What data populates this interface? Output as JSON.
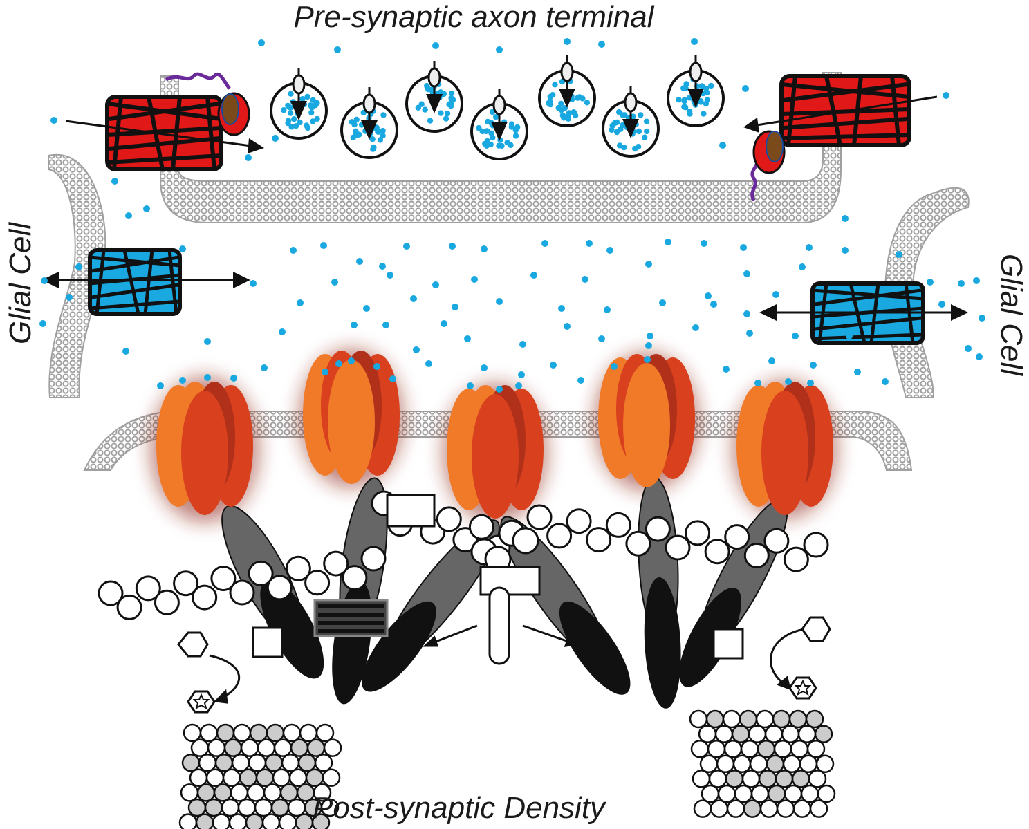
{
  "labels": {
    "top": "Pre-synaptic axon terminal",
    "bottom": "Post-synaptic Density",
    "glial_left": "Glial Cell",
    "glial_right": "Glial Cell"
  },
  "colors": {
    "membrane": "#a0a0a0",
    "neurotransmitter": "#1aa8e0",
    "vesicle_stroke": "#1a1a1a",
    "transporter_presynaptic": "#e01818",
    "transporter_glial": "#1aa8e0",
    "receptor_light": "#f07a28",
    "receptor_dark": "#d8401e",
    "receptor_glow": "#8a1a10",
    "scaffold_gray": "#666666",
    "scaffold_black": "#111111",
    "actin_fill": "#ffffff",
    "cluster_fill": "#cccccc",
    "tether": "#6a2a9a",
    "anchor_brown": "#7a4a1a"
  }
}
